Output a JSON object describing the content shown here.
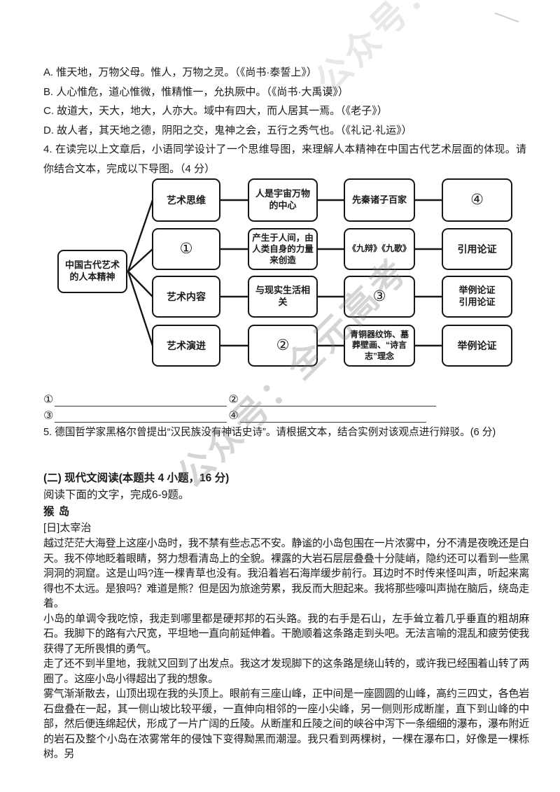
{
  "watermark": {
    "text": "公众号：全元高考"
  },
  "options": [
    "A. 惟天地，万物父母。惟人，万物之灵。（《尚书·泰誓上》）",
    "B. 人心惟危，道心惟微，惟精惟一，允执厥中。（《尚书·大禹谟》）",
    "C. 故道大，天大，地大，人亦大。域中有四大，而人居其一焉。（《老子》）",
    "D. 故人者，其天地之德，阴阳之交，鬼神之会，五行之秀气也。（《礼记·礼运》）"
  ],
  "question4": "4. 在读完以上文章后，小语同学设计了一个思维导图，来理解人本精神在中国古代艺术层面的体现。请你结合文本，完成以下导图。（4 分）",
  "diagram": {
    "root": "中国古代艺术的人本精神",
    "rows": [
      {
        "col2": "艺术思维",
        "col3": "人是宇宙万物的中心",
        "col4": "先秦诸子百家",
        "col5": "④"
      },
      {
        "col2": "①",
        "col3": "产生于人间，由人类自身的力量来创造",
        "col4": "《九辩》《九歌》",
        "col5": "引用论证"
      },
      {
        "col2": "艺术内容",
        "col3": "与现实生活相关",
        "col4": "③",
        "col5": "举例论证\n引用论证"
      },
      {
        "col2": "艺术演进",
        "col3": "②",
        "col4": "青铜器纹饰、墓葬壁画、“诗言志”理念",
        "col5": "举例论证"
      }
    ]
  },
  "blanks": [
    "①",
    "②",
    "③",
    "④"
  ],
  "question5": "5. 德国哲学家黑格尔曾提出“汉民族没有神话史诗”。请根据文本，结合实例对该观点进行辩驳。(6 分)",
  "passage": {
    "section_heading": "(二) 现代文阅读(本题共 4 小题，16 分)",
    "instruction": "阅读下面的文字，完成6-9题。",
    "title": "猴  岛",
    "author": "[日]太宰治",
    "paragraphs": [
      "越过茫茫大海登上这座小岛时，我不禁有些忐忑不安。静谧的小岛包围在一片浓雾中，分不清是夜晚还是白天。我不停地眨着眼睛，努力想看清岛上的全貌。裸露的大岩石层层叠叠十分陡峭，隐约还可以看到一些黑洞洞的洞窟。这是山吗?连一棵青草也没有。我沿着岩石海岸缓步前行。耳边时不时传来怪叫声，听起来离得也不太远。是狼吗？难道是熊？但是因为旅途劳累，我反而大胆起来。我将那些嚎叫声抛在脑后，绕岛走着。",
      "小岛的单调令我吃惊，我走到哪里都是硬邦邦的石头路。我的右手是石山，左手耸立着几乎垂直的粗胡麻石。我脚下的路有六尺宽，平坦地一直向前延伸着。干脆顺着这条路走到头吧。无法言喻的混乱和疲劳使我获得了无所畏惧的勇气。",
      "走了还不到半里地，我就又回到了出发点。我这才发现脚下的这条路是绕山转的，或许我已经围着山转了两圈了。这座小岛小得超出了我的想象。",
      "雾气渐渐散去，山顶出现在我的头顶上。眼前有三座山峰，正中间是一座圆圆的山峰，高约三四丈，各色岩石盘叠在一起，其一侧山坡比较平缓，一直伸向相邻的一座小尖峰，另一侧则形成断崖，直下到山峰的中部，然后便连绵起伏，形成了一片广阔的丘陵。从断崖和丘陵之间的峡谷中泻下一条细细的瀑布，瀑布附近的岩石及整个小岛在浓雾常年的侵蚀下变得黝黑而潮湿。我只看到两棵树，一棵在瀑布口，好像是一棵栎树。另"
    ]
  }
}
